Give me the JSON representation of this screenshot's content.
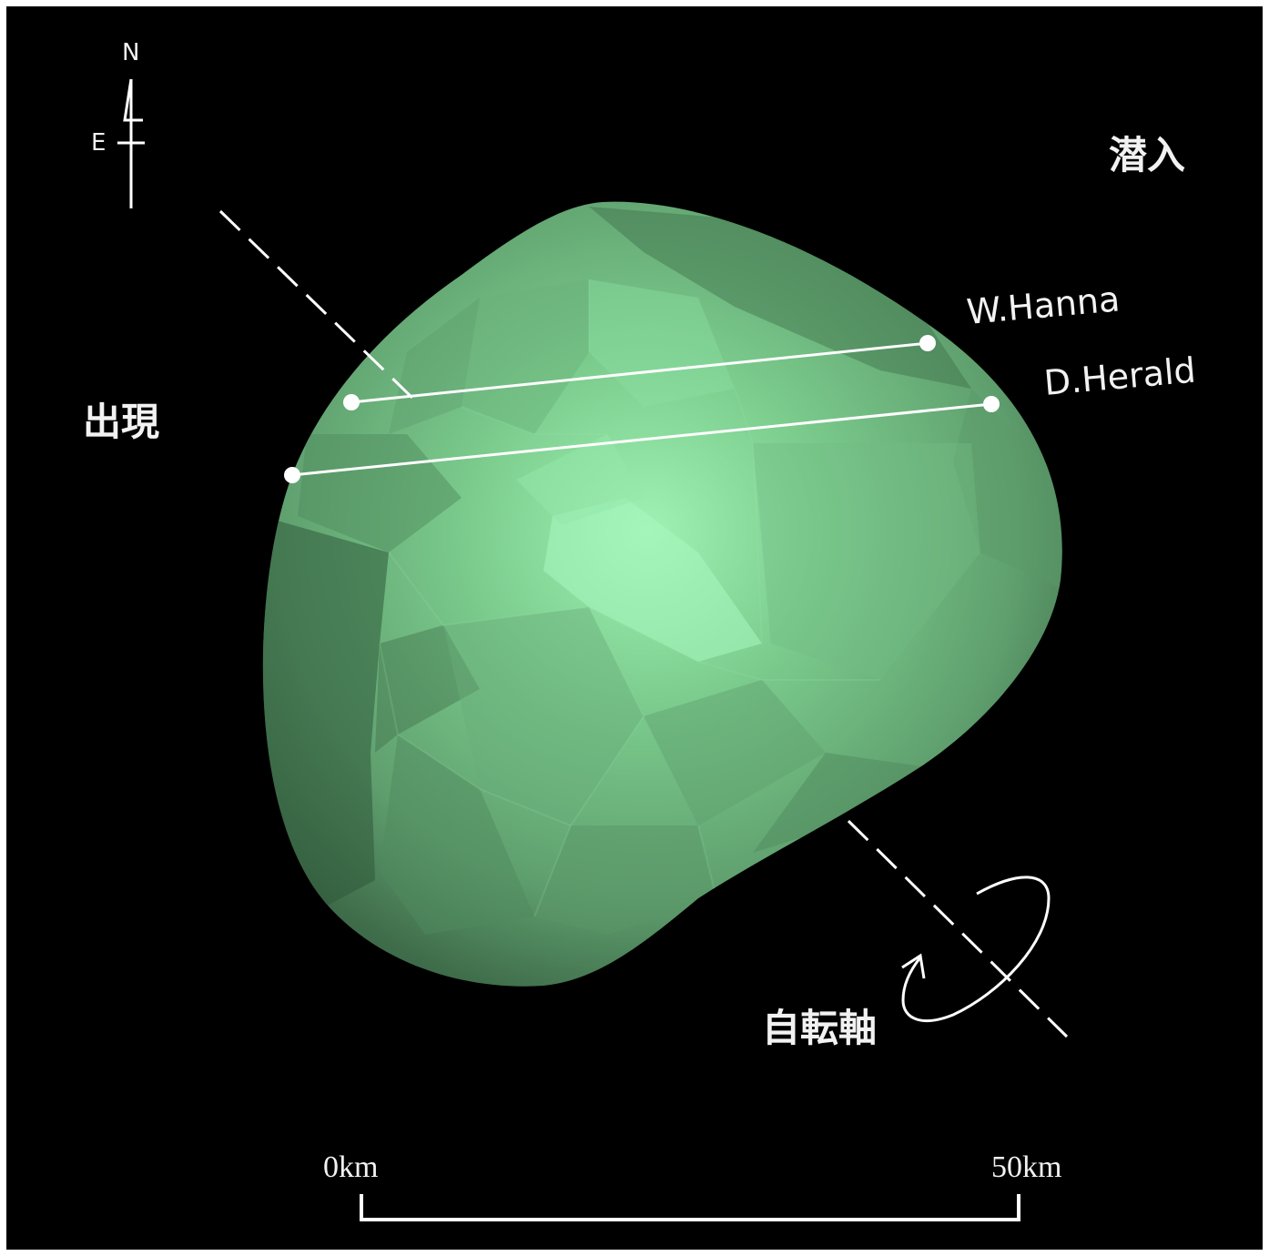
{
  "compass": {
    "north_label": "N",
    "east_label": "E"
  },
  "labels": {
    "disappearance": "潜入",
    "reappearance": "出現",
    "rotation_axis": "自転軸"
  },
  "chords": [
    {
      "observer": "W.Hanna"
    },
    {
      "observer": "D.Herald"
    }
  ],
  "scale_bar": {
    "start_label": "0km",
    "end_label": "50km"
  },
  "colors": {
    "background": "#000000",
    "asteroid_light": "#9ff2b4",
    "asteroid_mid": "#6fb57e",
    "asteroid_dark": "#3c6a48",
    "lines": "#ffffff"
  }
}
